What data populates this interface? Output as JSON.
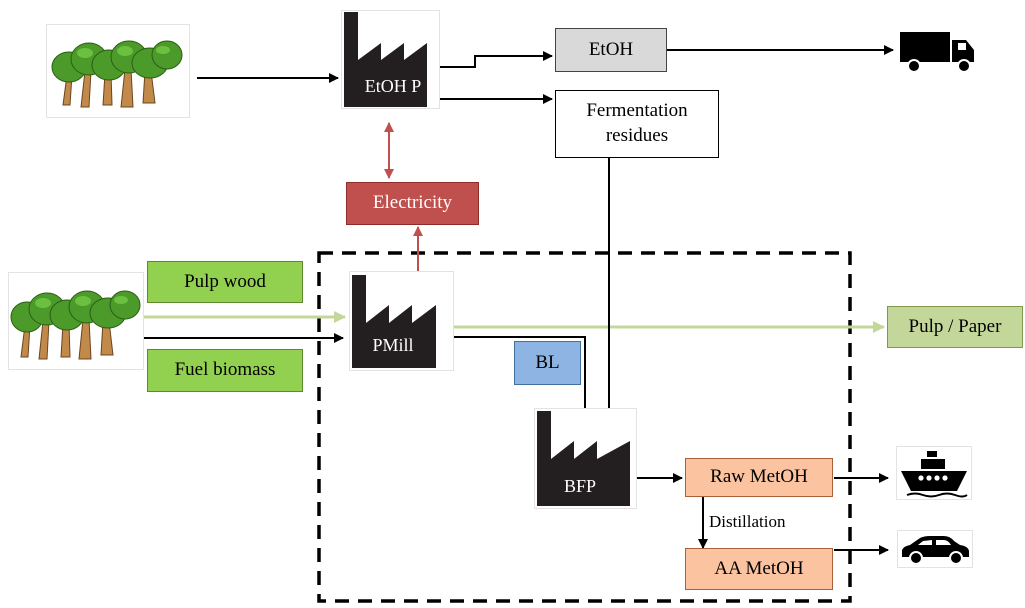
{
  "nodes": {
    "etoh_plant": "EtOH P",
    "etoh": "EtOH",
    "fermentation_residues": "Fermentation residues",
    "electricity": "Electricity",
    "pulp_wood": "Pulp wood",
    "fuel_biomass": "Fuel biomass",
    "pulp_mill": "PMill",
    "pulp_paper": "Pulp / Paper",
    "black_liquor": "BL",
    "bfp": "BFP",
    "raw_metoh": "Raw MetOH",
    "aa_metoh": "AA MetOH"
  },
  "edge_labels": {
    "distillation": "Distillation"
  },
  "colors": {
    "etoh": "#d9d9d9",
    "electricity": "#c0504d",
    "pulp_wood": "#92d050",
    "fuel_biomass": "#92d050",
    "pulp_paper": "#c4d79b",
    "black_liquor": "#8db4e2",
    "methanol": "#fbc39f",
    "electricity_arrow": "#c0504d",
    "pulp_flow": "#c4d79b"
  },
  "icons": [
    "forest-icon",
    "factory-icon",
    "truck-icon",
    "ship-icon",
    "car-icon"
  ]
}
